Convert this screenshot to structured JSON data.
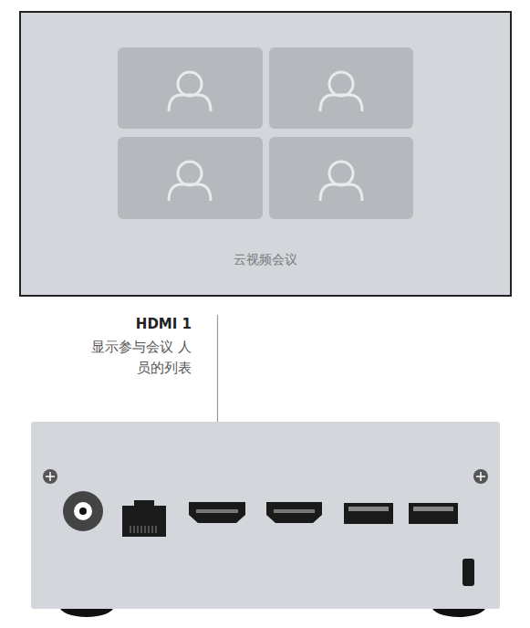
{
  "diagram": {
    "nodes": [
      {
        "text": [
          "云视频会议"
        ]
      }
    ],
    "labels": [
      "HDMI 1",
      "显示参与会议 人员的列表"
    ]
  }
}
